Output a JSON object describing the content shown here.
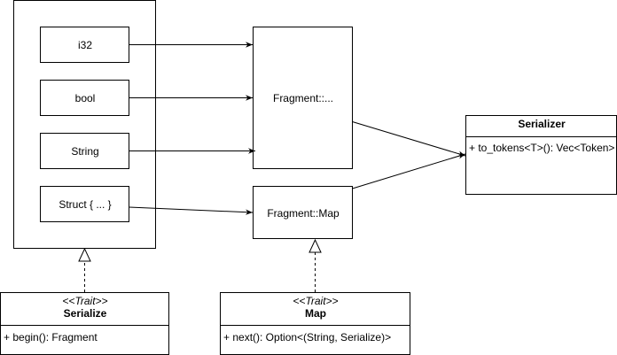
{
  "types": {
    "items": [
      {
        "label": "i32"
      },
      {
        "label": "bool"
      },
      {
        "label": "String"
      },
      {
        "label": "Struct { ... }"
      }
    ]
  },
  "fragments": {
    "generic": {
      "label": "Fragment::..."
    },
    "map": {
      "label": "Fragment::Map"
    }
  },
  "serializer": {
    "title": "Serializer",
    "method": "+ to_tokens<T>(): Vec<Token>"
  },
  "serialize_trait": {
    "stereotype": "<<Trait>>",
    "title": "Serialize",
    "method": "+ begin(): Fragment"
  },
  "map_trait": {
    "stereotype": "<<Trait>>",
    "title": "Map",
    "method": "+ next(): Option<(String, Serialize)>"
  }
}
